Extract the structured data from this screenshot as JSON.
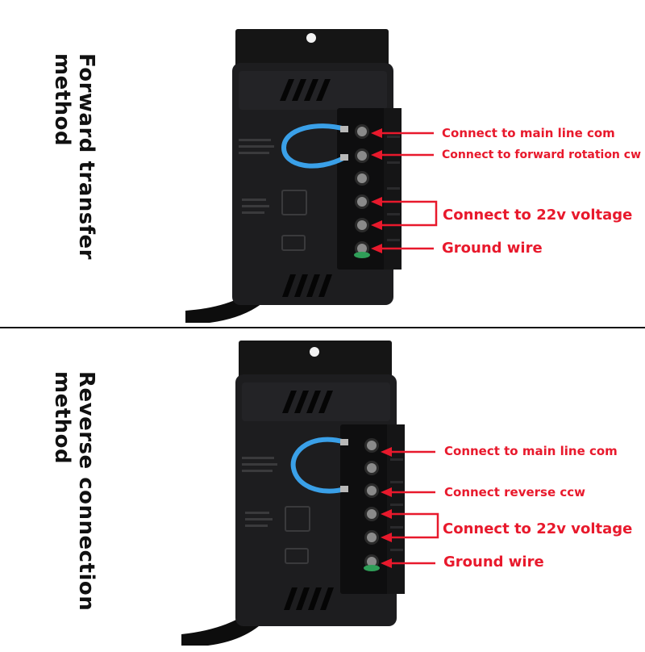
{
  "colors": {
    "annotation": "#e8192c",
    "device_body": "#1c1c1e",
    "terminal_block": "#111111",
    "jumper_wire": "#3aa0e8",
    "text": "#111111"
  },
  "panels": [
    {
      "title_line1": "Forward transfer",
      "title_line2": "method",
      "labels": {
        "com": "Connect to main line com",
        "rotation": "Connect to forward rotation cw",
        "voltage": "Connect to 22v voltage",
        "ground": "Ground wire"
      }
    },
    {
      "title_line1": "Reverse connection",
      "title_line2": "method",
      "labels": {
        "com": "Connect to main line com",
        "rotation": "Connect reverse ccw",
        "voltage": "Connect to 22v voltage",
        "ground": "Ground wire"
      }
    }
  ]
}
